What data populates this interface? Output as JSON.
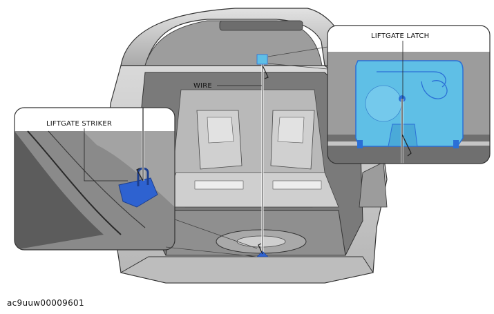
{
  "labels": {
    "wire": "WIRE",
    "liftgate_latch": "LIFTGATE LATCH",
    "liftgate_striker": "LIFTGATE STRIKER"
  },
  "figure_id": "ac9uuw00009601",
  "colors": {
    "highlight": "#5fbfe6",
    "highlight_dark": "#2a6fd6",
    "striker_blue": "#2e62d0",
    "body_grey": "#c8c8c8",
    "line_dark": "#222222"
  }
}
